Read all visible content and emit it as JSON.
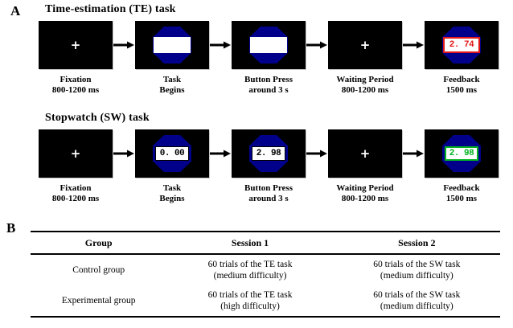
{
  "colors": {
    "screen_black": "#000000",
    "octagon_blue": "#00008b",
    "feedback_red": "#e01818",
    "feedback_green": "#00b41e"
  },
  "panelA": {
    "label": "A",
    "fixation_cross": "+",
    "tasks": [
      {
        "title": "Time-estimation (TE) task",
        "screens": [
          {
            "caption1": "Fixation",
            "caption2": "800-1200 ms"
          },
          {
            "caption1": "Task",
            "caption2": "Begins"
          },
          {
            "caption1": "Button Press",
            "caption2": "around 3 s"
          },
          {
            "caption1": "Waiting Period",
            "caption2": "800-1200 ms"
          },
          {
            "value": "2. 74",
            "caption1": "Feedback",
            "caption2": "1500 ms"
          }
        ]
      },
      {
        "title": "Stopwatch (SW) task",
        "screens": [
          {
            "caption1": "Fixation",
            "caption2": "800-1200 ms"
          },
          {
            "value": "0. 00",
            "caption1": "Task",
            "caption2": "Begins"
          },
          {
            "value": "2. 98",
            "caption1": "Button Press",
            "caption2": "around 3 s"
          },
          {
            "caption1": "Waiting Period",
            "caption2": "800-1200 ms"
          },
          {
            "value": "2. 98",
            "caption1": "Feedback",
            "caption2": "1500 ms"
          }
        ]
      }
    ]
  },
  "panelB": {
    "label": "B",
    "table": {
      "headers": [
        "Group",
        "Session 1",
        "Session 2"
      ],
      "rows": [
        {
          "group": "Control group",
          "s1a": "60 trials of the TE task",
          "s1b": "(medium difficulty)",
          "s2a": "60 trials of the SW task",
          "s2b": "(medium difficulty)"
        },
        {
          "group": "Experimental group",
          "s1a": "60 trials of the TE task",
          "s1b": "(high difficulty)",
          "s2a": "60 trials of the SW task",
          "s2b": "(medium difficulty)"
        }
      ]
    }
  }
}
